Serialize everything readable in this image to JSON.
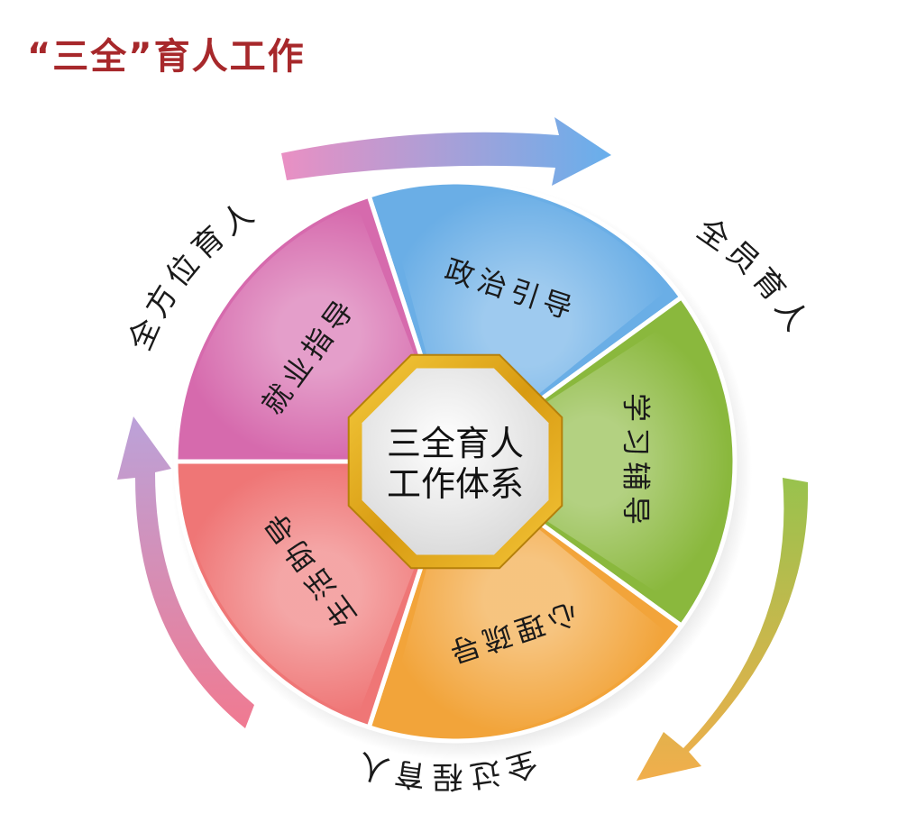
{
  "title": "“三全”育人工作",
  "center": {
    "line1": "三全育人",
    "line2": "工作体系"
  },
  "segments": [
    {
      "label": "政治引导",
      "color": "#6aaee6"
    },
    {
      "label": "学习辅导",
      "color": "#8ab83d"
    },
    {
      "label": "心理疏导",
      "color": "#f2a43a"
    },
    {
      "label": "生活助导",
      "color": "#ef7676"
    },
    {
      "label": "就业指导",
      "color": "#d66aad"
    }
  ],
  "arc_labels": {
    "top_right": "全员育人",
    "bottom": "全过程育人",
    "top_left": "全方位育人"
  },
  "colors": {
    "title": "#a7282b"
  }
}
